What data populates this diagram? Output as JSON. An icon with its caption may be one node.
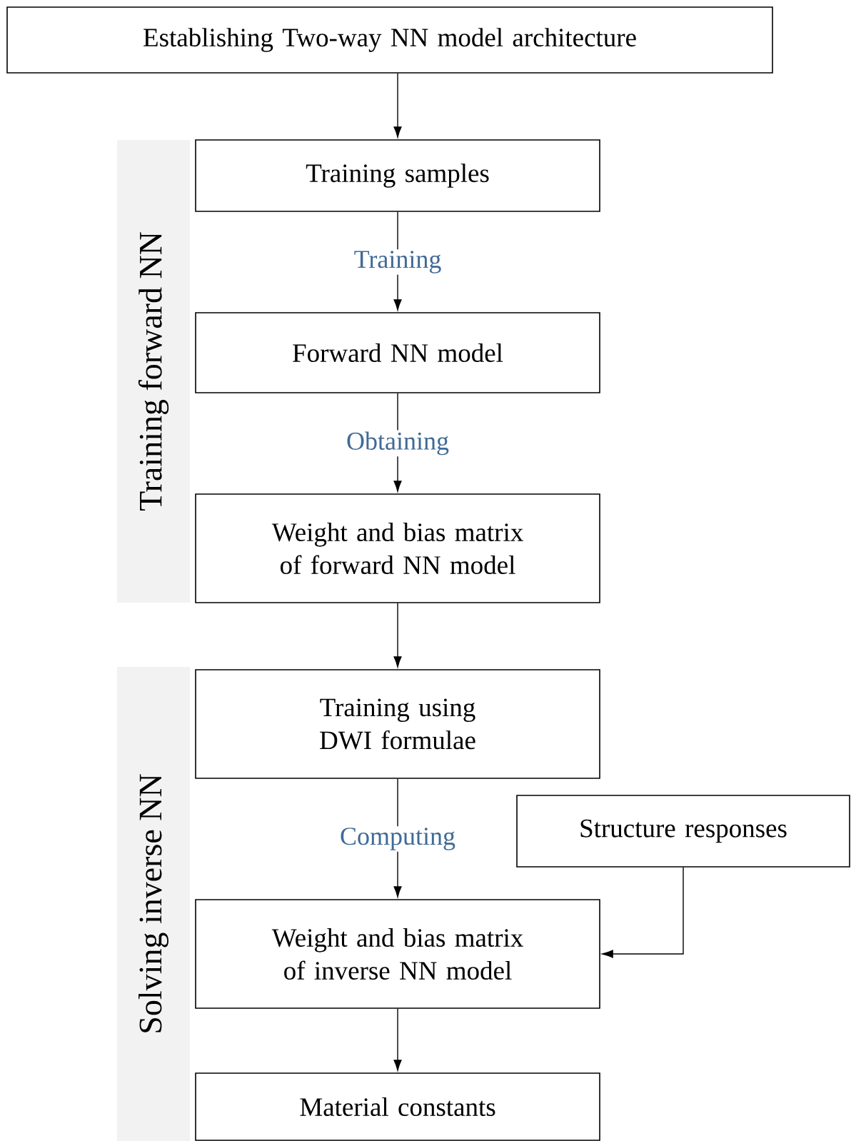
{
  "diagram": {
    "nodes": [
      {
        "text": [
          "Establishing Two-way NN model architecture"
        ]
      },
      {
        "text": [
          "Training forward NN"
        ]
      },
      {
        "text": [
          "Training samples"
        ]
      },
      {
        "text": [
          "Forward NN model"
        ]
      },
      {
        "text": [
          "Weight and bias matrix of forward NN model"
        ]
      },
      {
        "text": [
          "Solving inverse NN"
        ]
      },
      {
        "text": [
          "Training using DWI formulae"
        ]
      },
      {
        "text": [
          "Structure responses"
        ]
      },
      {
        "text": [
          "Weight and bias matrix of inverse NN model"
        ]
      },
      {
        "text": [
          "Material constants"
        ]
      }
    ],
    "edges": [
      {
        "from": 0,
        "to": 2,
        "arrow": "to"
      },
      {
        "from": 2,
        "to": 3,
        "arrow": "to",
        "label": "Training"
      },
      {
        "from": 3,
        "to": 4,
        "arrow": "to",
        "label": "Obtaining"
      },
      {
        "from": 4,
        "to": 6,
        "arrow": "to"
      },
      {
        "from": 6,
        "to": 8,
        "arrow": "to",
        "label": "Computing"
      },
      {
        "from": 7,
        "to": 8,
        "arrow": "to"
      },
      {
        "from": 8,
        "to": 9,
        "arrow": "to"
      }
    ]
  }
}
